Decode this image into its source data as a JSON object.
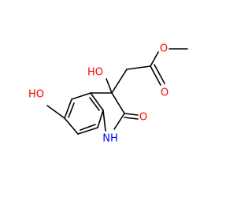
{
  "molecule": {
    "atoms": {
      "phenol_oh": "HO",
      "tertiary_oh": "HO",
      "ketone_o": "O",
      "ester_carbonyl_o": "O",
      "ester_ether_o": "O",
      "amide_nh": "NH"
    },
    "colors": {
      "bond": "#000000",
      "oxygen": "#ff0000",
      "nitrogen": "#0000ff"
    }
  }
}
